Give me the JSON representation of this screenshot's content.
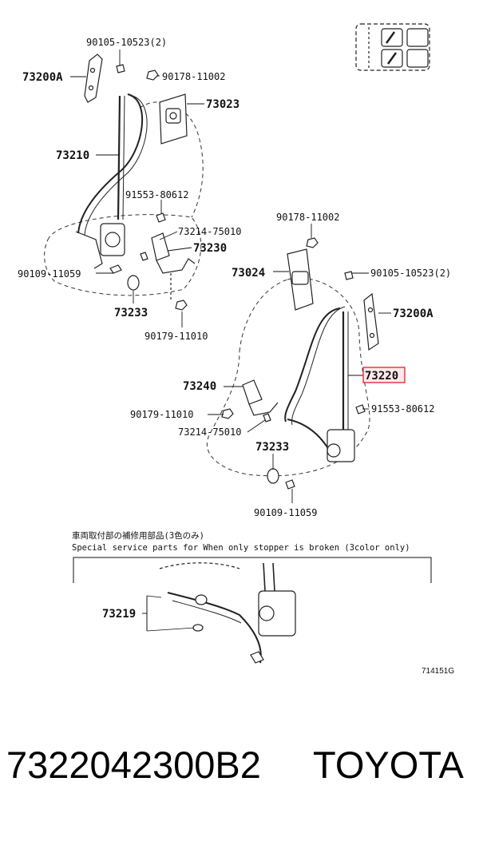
{
  "labels": {
    "l_90105_top": "90105-10523(2)",
    "l_73200a_left": "73200A",
    "l_90178_top": "90178-11002",
    "l_73023": "73023",
    "l_73210": "73210",
    "l_91553_left": "91553-80612",
    "l_73214_top": "73214-75010",
    "l_73230": "73230",
    "l_90109_left": "90109-11059",
    "l_73233_left": "73233",
    "l_90179_left": "90179-11010",
    "l_90178_right": "90178-11002",
    "l_73024": "73024",
    "l_90105_right": "90105-10523(2)",
    "l_73200a_right": "73200A",
    "l_73220": "73220",
    "l_73240": "73240",
    "l_90179_mid": "90179-11010",
    "l_91553_right": "91553-80612",
    "l_73214_mid": "73214-75010",
    "l_73233_mid": "73233",
    "l_90109_mid": "90109-11059",
    "l_73219": "73219"
  },
  "notes": {
    "jp": "車両取付部の補修用部品(3色のみ)",
    "en": "Special service parts for When only stopper is broken (3color only)"
  },
  "diagram_code": "714151G",
  "footer": {
    "part_number": "7322042300B2",
    "brand": "TOYOTA"
  },
  "highlight_color": "#e0202a"
}
